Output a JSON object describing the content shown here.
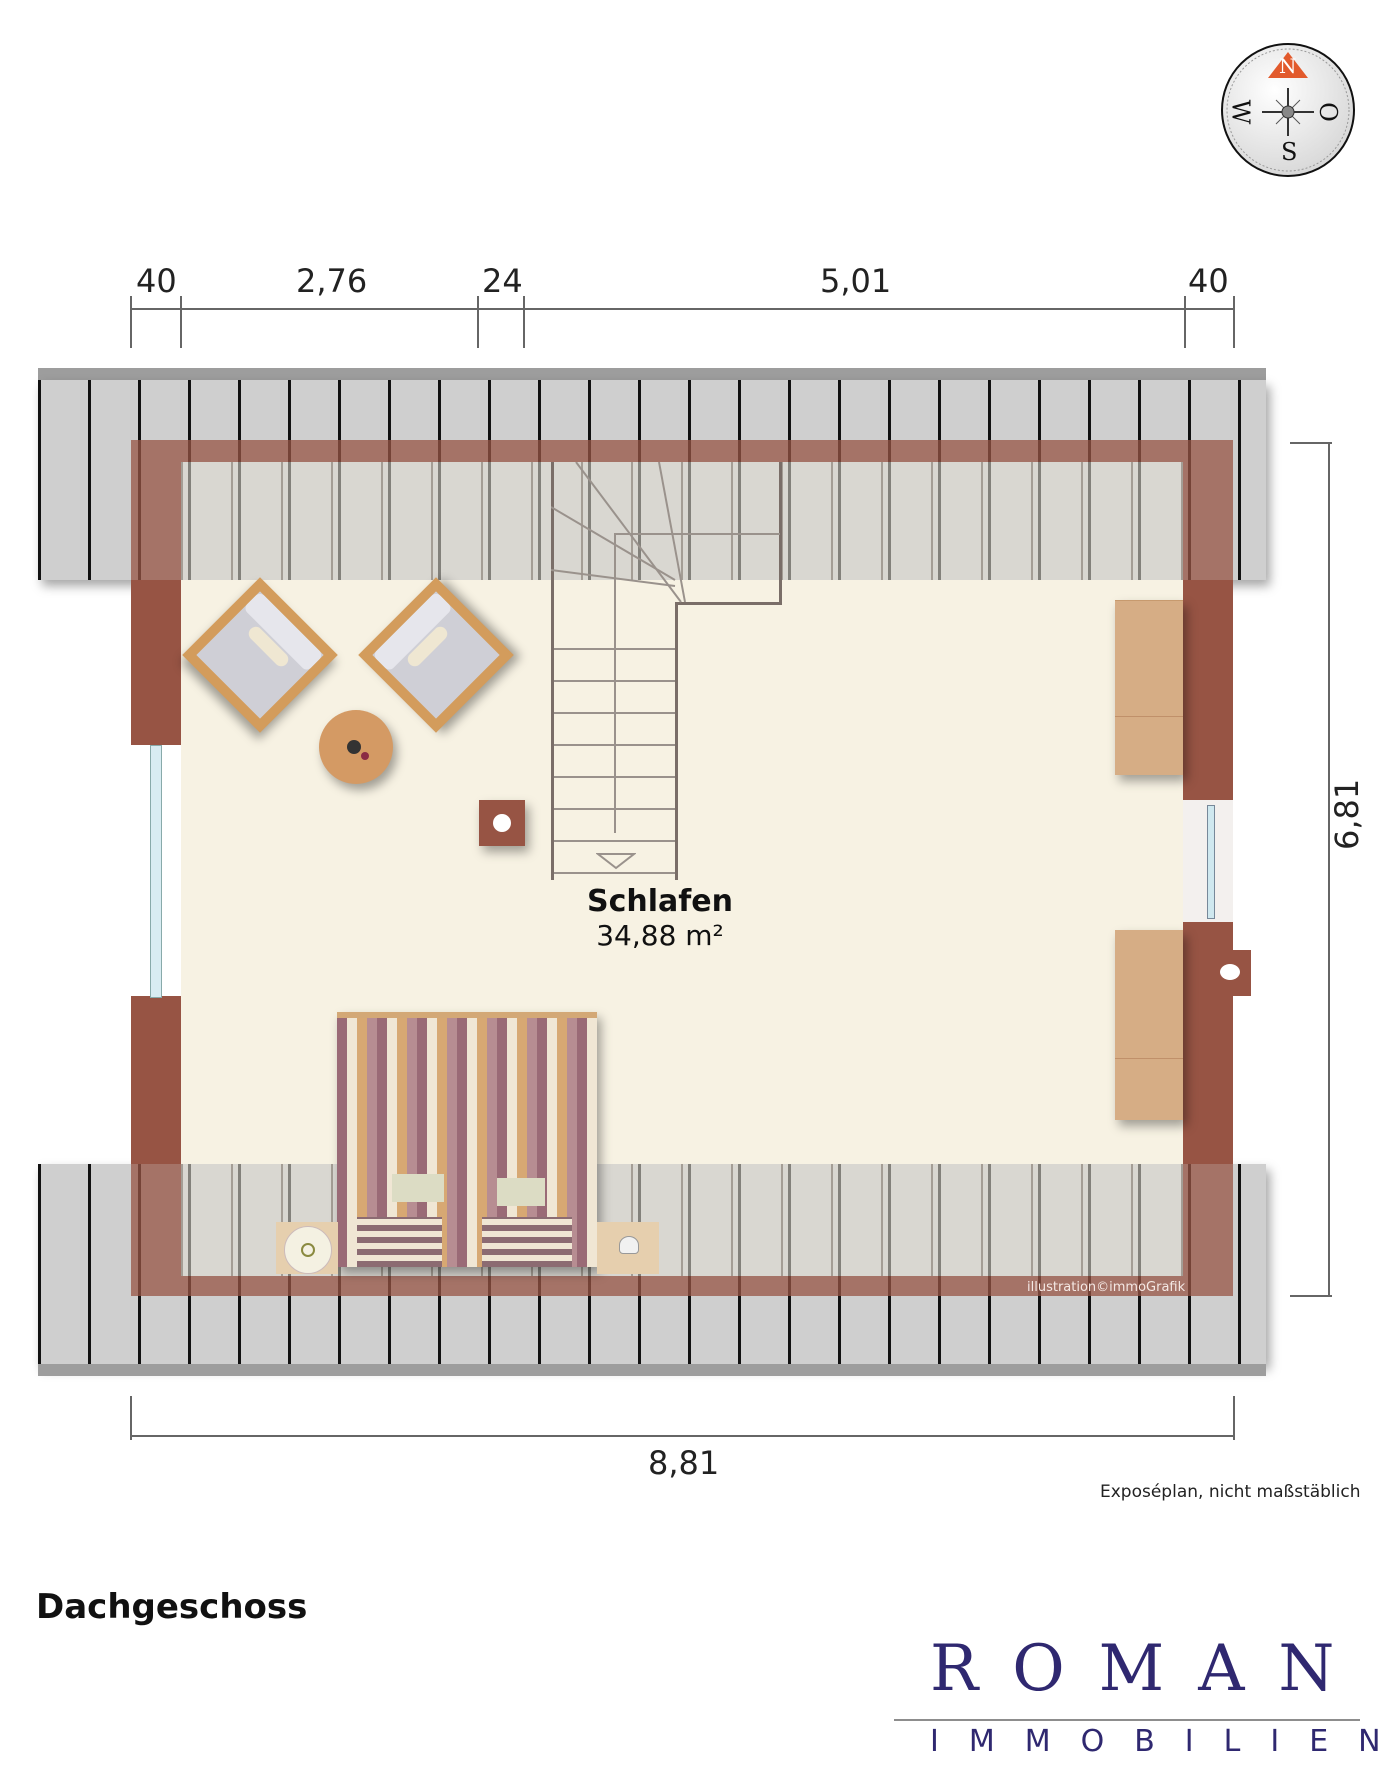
{
  "floor_name": "Dachgeschoss",
  "disclaimer": "Exposéplan, nicht maßstäblich",
  "watermark": "illustration©immoGrafik",
  "compass": {
    "north": "N",
    "east": "O",
    "south": "S",
    "west": "W",
    "accent": "#e25a2c"
  },
  "room": {
    "name": "Schlafen",
    "area": "34,88 m²"
  },
  "dimensions": {
    "top": [
      "40",
      "2,76",
      "24",
      "5,01",
      "40"
    ],
    "right": "6,81",
    "bottom": "8,81"
  },
  "logo": {
    "line1": "ROMAN",
    "line2": "IMMOBILIEN",
    "color": "#2f2870"
  },
  "colors": {
    "wall": "#975444",
    "floor": "#f7f2e3",
    "roof": "#cfcfcf",
    "wood": "#d6ad85"
  }
}
